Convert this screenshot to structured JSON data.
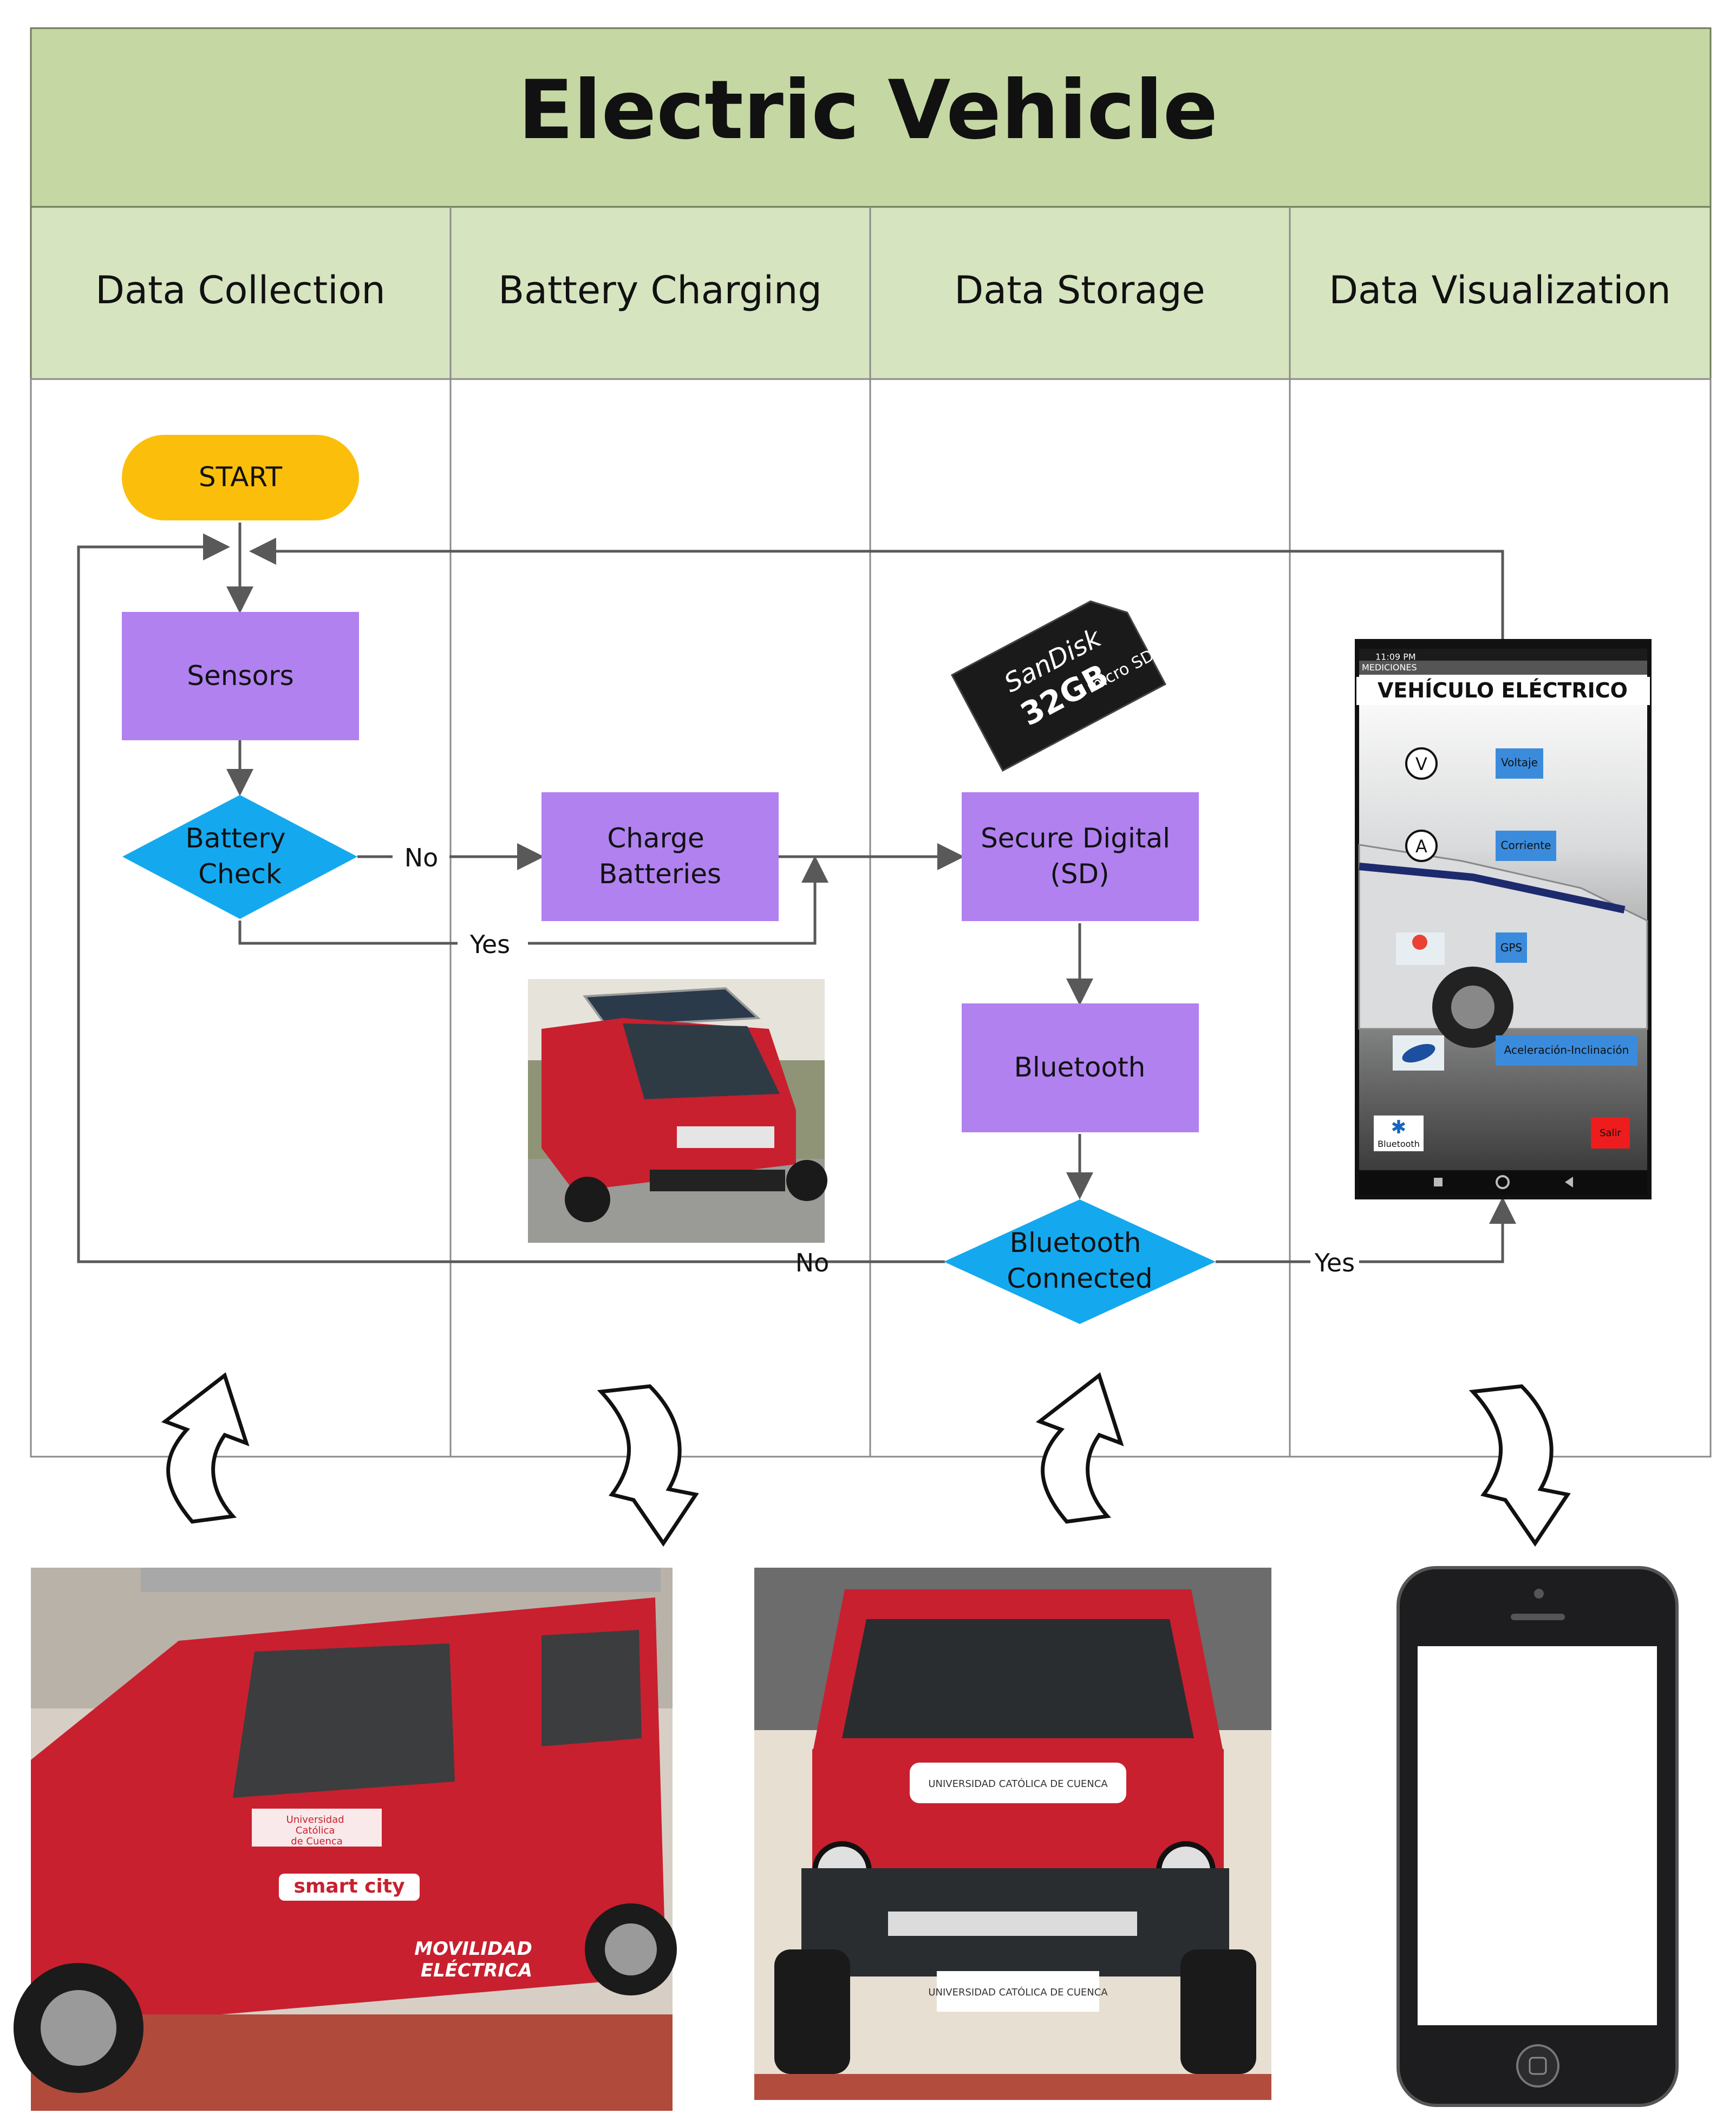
{
  "title": "Electric Vehicle",
  "lanes": [
    "Data Collection",
    "Battery Charging",
    "Data Storage",
    "Data Visualization"
  ],
  "nodes": {
    "start": "START",
    "sensors": "Sensors",
    "battery_check": [
      "Battery",
      "Check"
    ],
    "charge": [
      "Charge",
      "Batteries"
    ],
    "sd": [
      "Secure Digital",
      "(SD)"
    ],
    "bluetooth": "Bluetooth",
    "bt_connected": [
      "Bluetooth",
      "Connected"
    ]
  },
  "edge_labels": {
    "battery_no": "No",
    "battery_yes": "Yes",
    "bt_no": "No",
    "bt_yes": "Yes"
  },
  "sd_card": {
    "brand": "SanDisk",
    "capacity": "32GB",
    "type": "micro SD HC"
  },
  "app_screen": {
    "status_time": "11:09 PM",
    "header": "MEDICIONES",
    "title": "VEHÍCULO ELÉCTRICO",
    "buttons": [
      "Voltaje",
      "Corriente",
      "GPS",
      "Aceleración-Inclinación"
    ],
    "bluetooth_label": "Bluetooth",
    "exit_label": "Salir"
  },
  "vehicle_branding": {
    "org": [
      "Universidad",
      "Católica",
      "de Cuenca"
    ],
    "tag": "smart city",
    "slogan": [
      "MOVILIDAD",
      "ELÉCTRICA"
    ],
    "front_label": "UNIVERSIDAD CATÓLICA DE CUENCA"
  },
  "colors": {
    "header_bg": "#c5d8a3",
    "process": "#b181f0",
    "decision": "#14a9ef",
    "start": "#fbbf0b",
    "line": "#595959",
    "car_red": "#c8202f"
  }
}
